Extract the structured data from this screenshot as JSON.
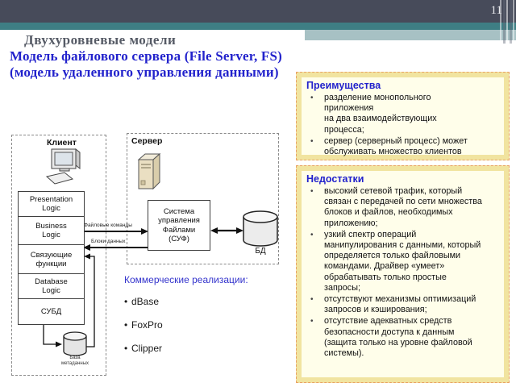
{
  "page": {
    "number": "11"
  },
  "header": {
    "title": "Двухуровневые модели",
    "subtitle_line1": "Модель файлового сервера (File Server, FS)",
    "subtitle_line2": "(модель удаленного управления данными)"
  },
  "colors": {
    "bar_dark": "#474B5A",
    "accent_teal": "#3E7E84",
    "bar_light_teal": "#A7C1C4",
    "heading_blue": "#2222CC",
    "note_background": "#FFFEEA",
    "note_frame": "#F1E4A0",
    "note_border_orange": "#E9A264",
    "title_gray": "#565B66"
  },
  "icons": {
    "client_computer": "desktop-computer-icon",
    "server_tower": "server-tower-icon",
    "server_db": "database-cylinder-icon",
    "client_db": "database-cylinder-icon"
  },
  "diagram": {
    "client": {
      "label": "Клиент",
      "layers": [
        "Presentation\nLogic",
        "Business\nLogic",
        "Связующие\nфункции",
        "Database\nLogic",
        "СУБД"
      ],
      "db_label": "База\nметаданных"
    },
    "server": {
      "label": "Сервер",
      "fms_label": "Система\nуправления\nФайлами\n(СУФ)",
      "db_label": "БД"
    },
    "arrows": {
      "commands_label": "Файловые команды",
      "blocks_label": "Блоки данных"
    }
  },
  "implementations": {
    "title": "Коммерческие реализации:",
    "items": [
      "dBase",
      "FoxPro",
      "Clipper"
    ]
  },
  "advantages": {
    "title": "Преимущества",
    "items": [
      "разделение монопольного\nприложения\nна два взаимодействующих\nпроцесса;",
      "сервер (серверный процесс) может\nобслуживать множество клиентов"
    ]
  },
  "disadvantages": {
    "title": "Недостатки",
    "items": [
      "высокий сетевой трафик, который\nсвязан с передачей по сети множества\nблоков и файлов, необходимых\nприложению;",
      "узкий спектр операций\nманипулирования с данными, который\nопределяется только файловыми\nкомандами. Драйвер «умеет»\nобрабатывать только простые\nзапросы;",
      "отсутствуют механизмы оптимизаций\nзапросов и кэширования;",
      "отсутствие адекватных средств\nбезопасности доступа к данным\n(защита только на уровне файловой\nсистемы)."
    ]
  }
}
